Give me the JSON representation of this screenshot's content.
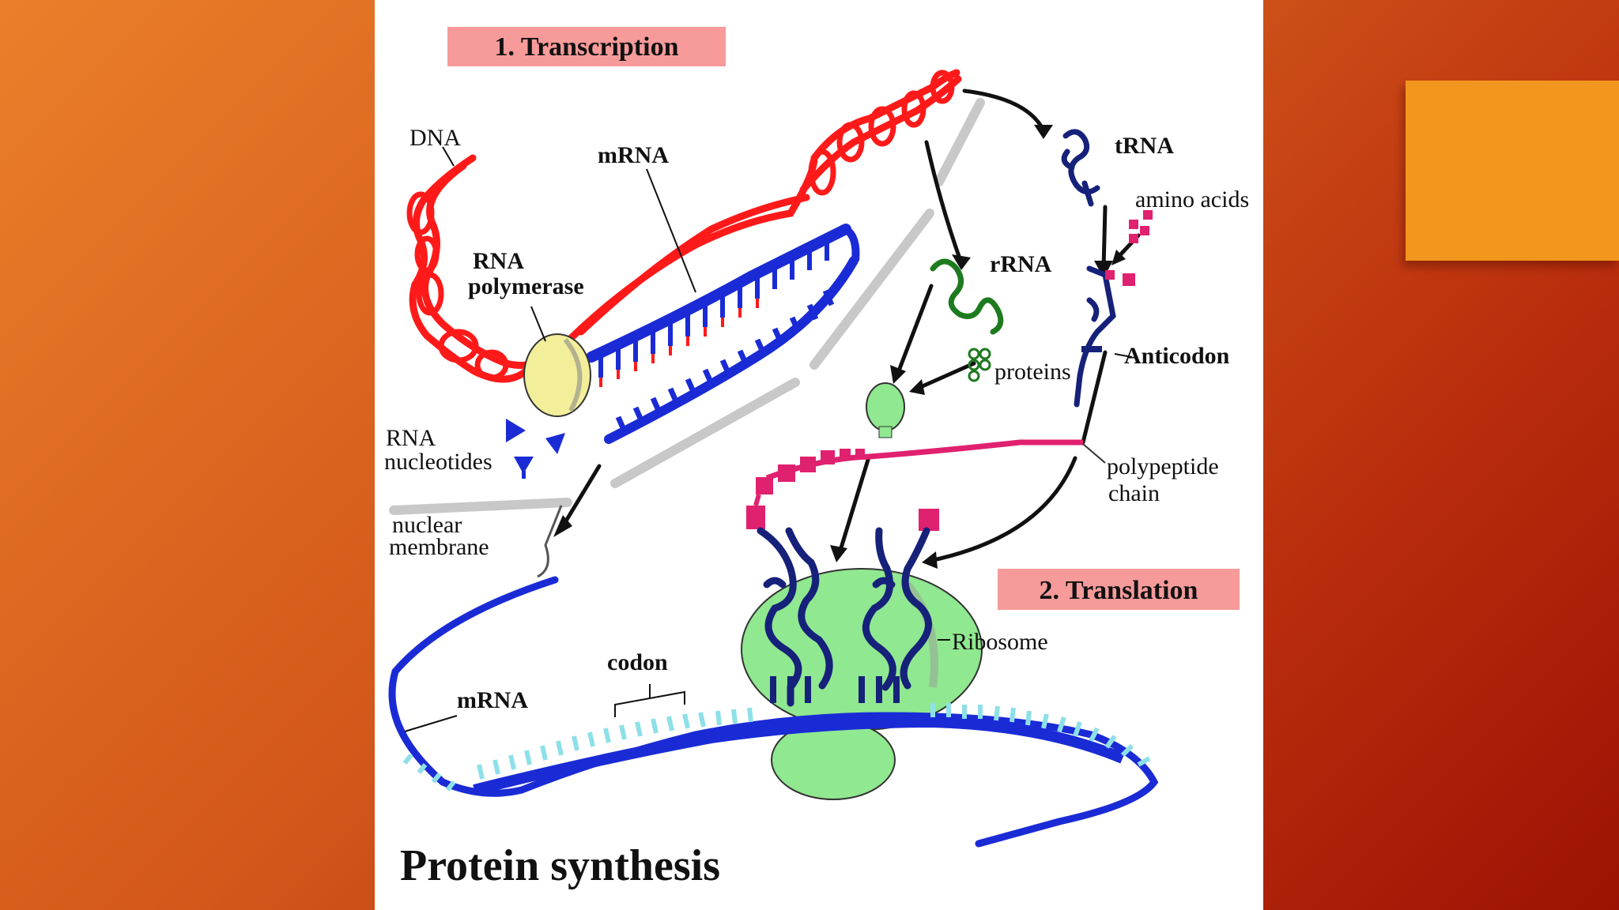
{
  "labels": {
    "transcription": "1. Transcription",
    "translation": "2. Translation",
    "dna": "DNA",
    "mrna_top": "mRNA",
    "rna_polymerase_1": "RNA",
    "rna_polymerase_2": "polymerase",
    "rna_nucleotides_1": "RNA",
    "rna_nucleotides_2": "nucleotides",
    "nuclear_membrane_1": "nuclear",
    "nuclear_membrane_2": "membrane",
    "trna": "tRNA",
    "amino_acids": "amino acids",
    "rrna": "rRNA",
    "proteins": "proteins",
    "anticodon": "Anticodon",
    "polypeptide_1": "polypeptide",
    "polypeptide_2": "chain",
    "ribosome": "Ribosome",
    "codon": "codon",
    "mrna_bottom": "mRNA",
    "title": "Protein synthesis"
  },
  "colors": {
    "dna": "#ff1a1a",
    "mrna": "#1a2bd6",
    "label_box": "#f79a9a",
    "rrna": "#1e7a1e",
    "ribosome": "#90e890",
    "polymerase": "#f3ee9a",
    "amino": "#e0216f",
    "membrane": "#c8c8c8",
    "trna": "#16217a"
  }
}
